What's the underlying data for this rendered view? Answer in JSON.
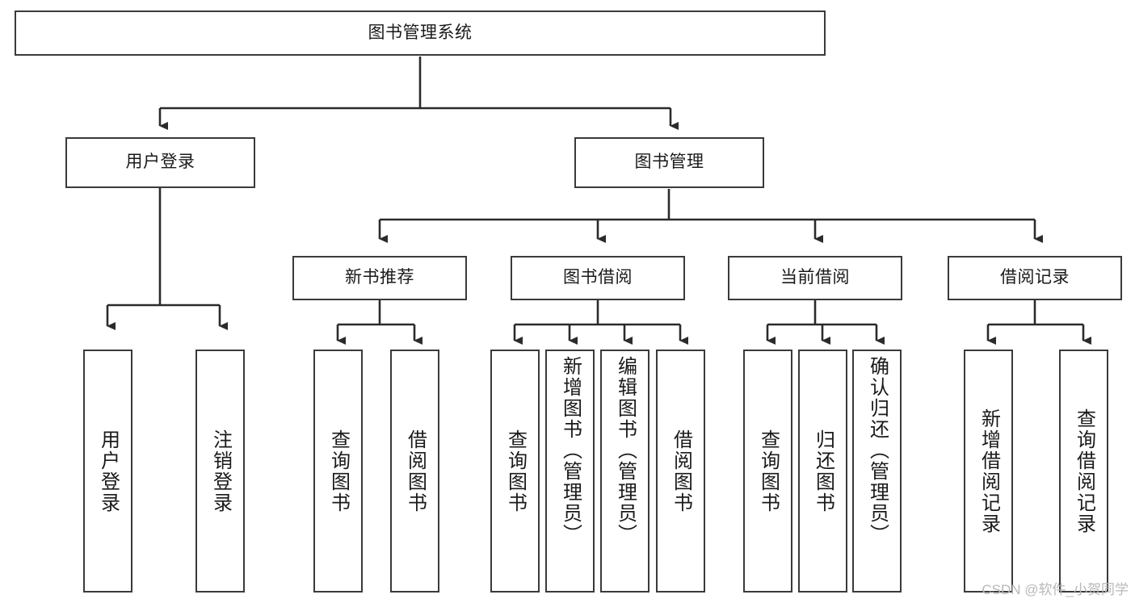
{
  "diagram": {
    "title": "图书管理系统",
    "type": "hierarchy-tree",
    "colors": {
      "box_border": "#3a3a3a",
      "box_fill": "#ffffff",
      "connector": "#2b2b2b",
      "text": "#1a1a1a",
      "watermark": "#b8b8b8"
    },
    "levels": {
      "root": {
        "label": "图书管理系统"
      },
      "level2": [
        {
          "label": "用户登录"
        },
        {
          "label": "图书管理"
        }
      ],
      "level3": [
        {
          "label": "新书推荐"
        },
        {
          "label": "图书借阅"
        },
        {
          "label": "当前借阅"
        },
        {
          "label": "借阅记录"
        }
      ],
      "leaves": {
        "user_login": [
          {
            "label": "用户登录"
          },
          {
            "label": "注销登录"
          }
        ],
        "new_book_recommend": [
          {
            "label": "查询图书"
          },
          {
            "label": "借阅图书"
          }
        ],
        "book_borrow": [
          {
            "label": "查询图书"
          },
          {
            "label": "新增图书（管理员）"
          },
          {
            "label": "编辑图书（管理员）"
          },
          {
            "label": "借阅图书"
          }
        ],
        "current_borrow": [
          {
            "label": "查询图书"
          },
          {
            "label": "归还图书"
          },
          {
            "label": "确认归还（管理员）"
          }
        ],
        "borrow_record": [
          {
            "label": "新增借阅记录"
          },
          {
            "label": "查询借阅记录"
          }
        ]
      }
    }
  },
  "watermark": {
    "text": "CSDN @软件_小贺同学"
  }
}
